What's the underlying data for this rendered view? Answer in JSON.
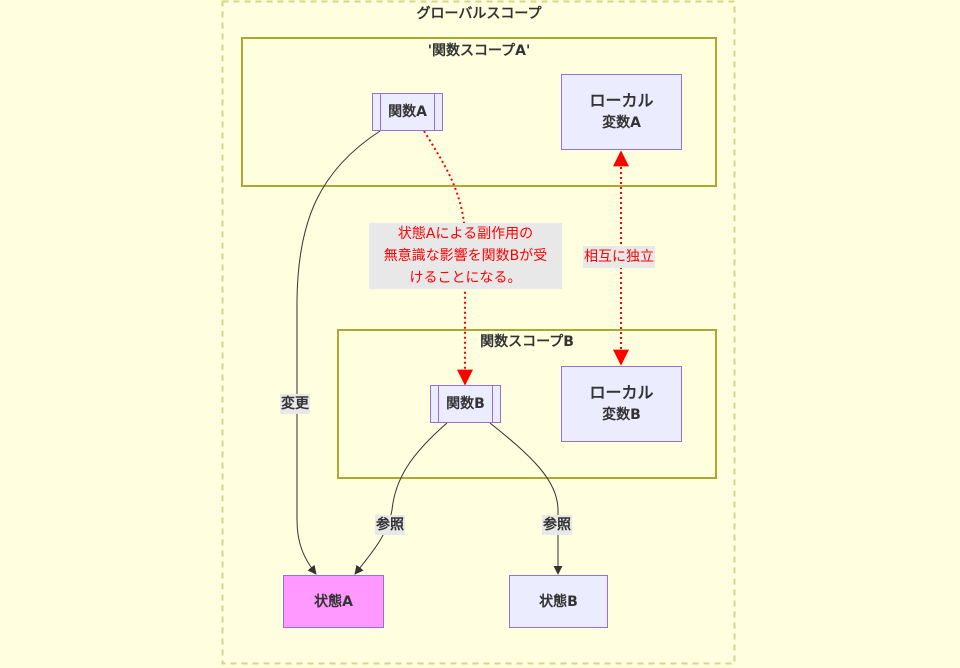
{
  "diagram": {
    "type": "flowchart",
    "colors": {
      "background": "#fffede",
      "global_border": "#d6d68a",
      "scope_border": "#aaaa33",
      "node_fill": "#ececff",
      "node_border": "#9370db",
      "state_a_fill": "#ff99ff",
      "edge": "#333333",
      "dependency_edge": "#ff0000",
      "edge_label_bg": "#e8e8e8"
    },
    "clusters": {
      "global": {
        "label": "グローバルスコープ"
      },
      "scope_a": {
        "label": "'関数スコープA'"
      },
      "scope_b": {
        "label": "関数スコープB"
      }
    },
    "nodes": {
      "func_a": {
        "label": "関数A",
        "shape": "subroutine"
      },
      "local_a": {
        "line1": "ローカル",
        "line2": "変数A"
      },
      "func_b": {
        "label": "関数B",
        "shape": "subroutine"
      },
      "local_b": {
        "line1": "ローカル",
        "line2": "変数B"
      },
      "state_a": {
        "label": "状態A"
      },
      "state_b": {
        "label": "状態B"
      }
    },
    "edges": {
      "change": {
        "from": "func_a",
        "to": "state_a",
        "label": "変更",
        "style": "solid"
      },
      "ref_a": {
        "from": "func_b",
        "to": "state_a",
        "label": "参照",
        "style": "solid"
      },
      "ref_b": {
        "from": "func_b",
        "to": "state_b",
        "label": "参照",
        "style": "solid"
      },
      "side_effect": {
        "from": "func_a",
        "to": "func_b",
        "style": "dotted",
        "label_lines": [
          "状態Aによる副作用の",
          "無意識な影響を関数Bが受",
          "けることになる。"
        ]
      },
      "independent": {
        "from": "local_a",
        "to": "local_b",
        "label": "相互に独立",
        "style": "dotted",
        "bidirectional": true
      }
    }
  }
}
